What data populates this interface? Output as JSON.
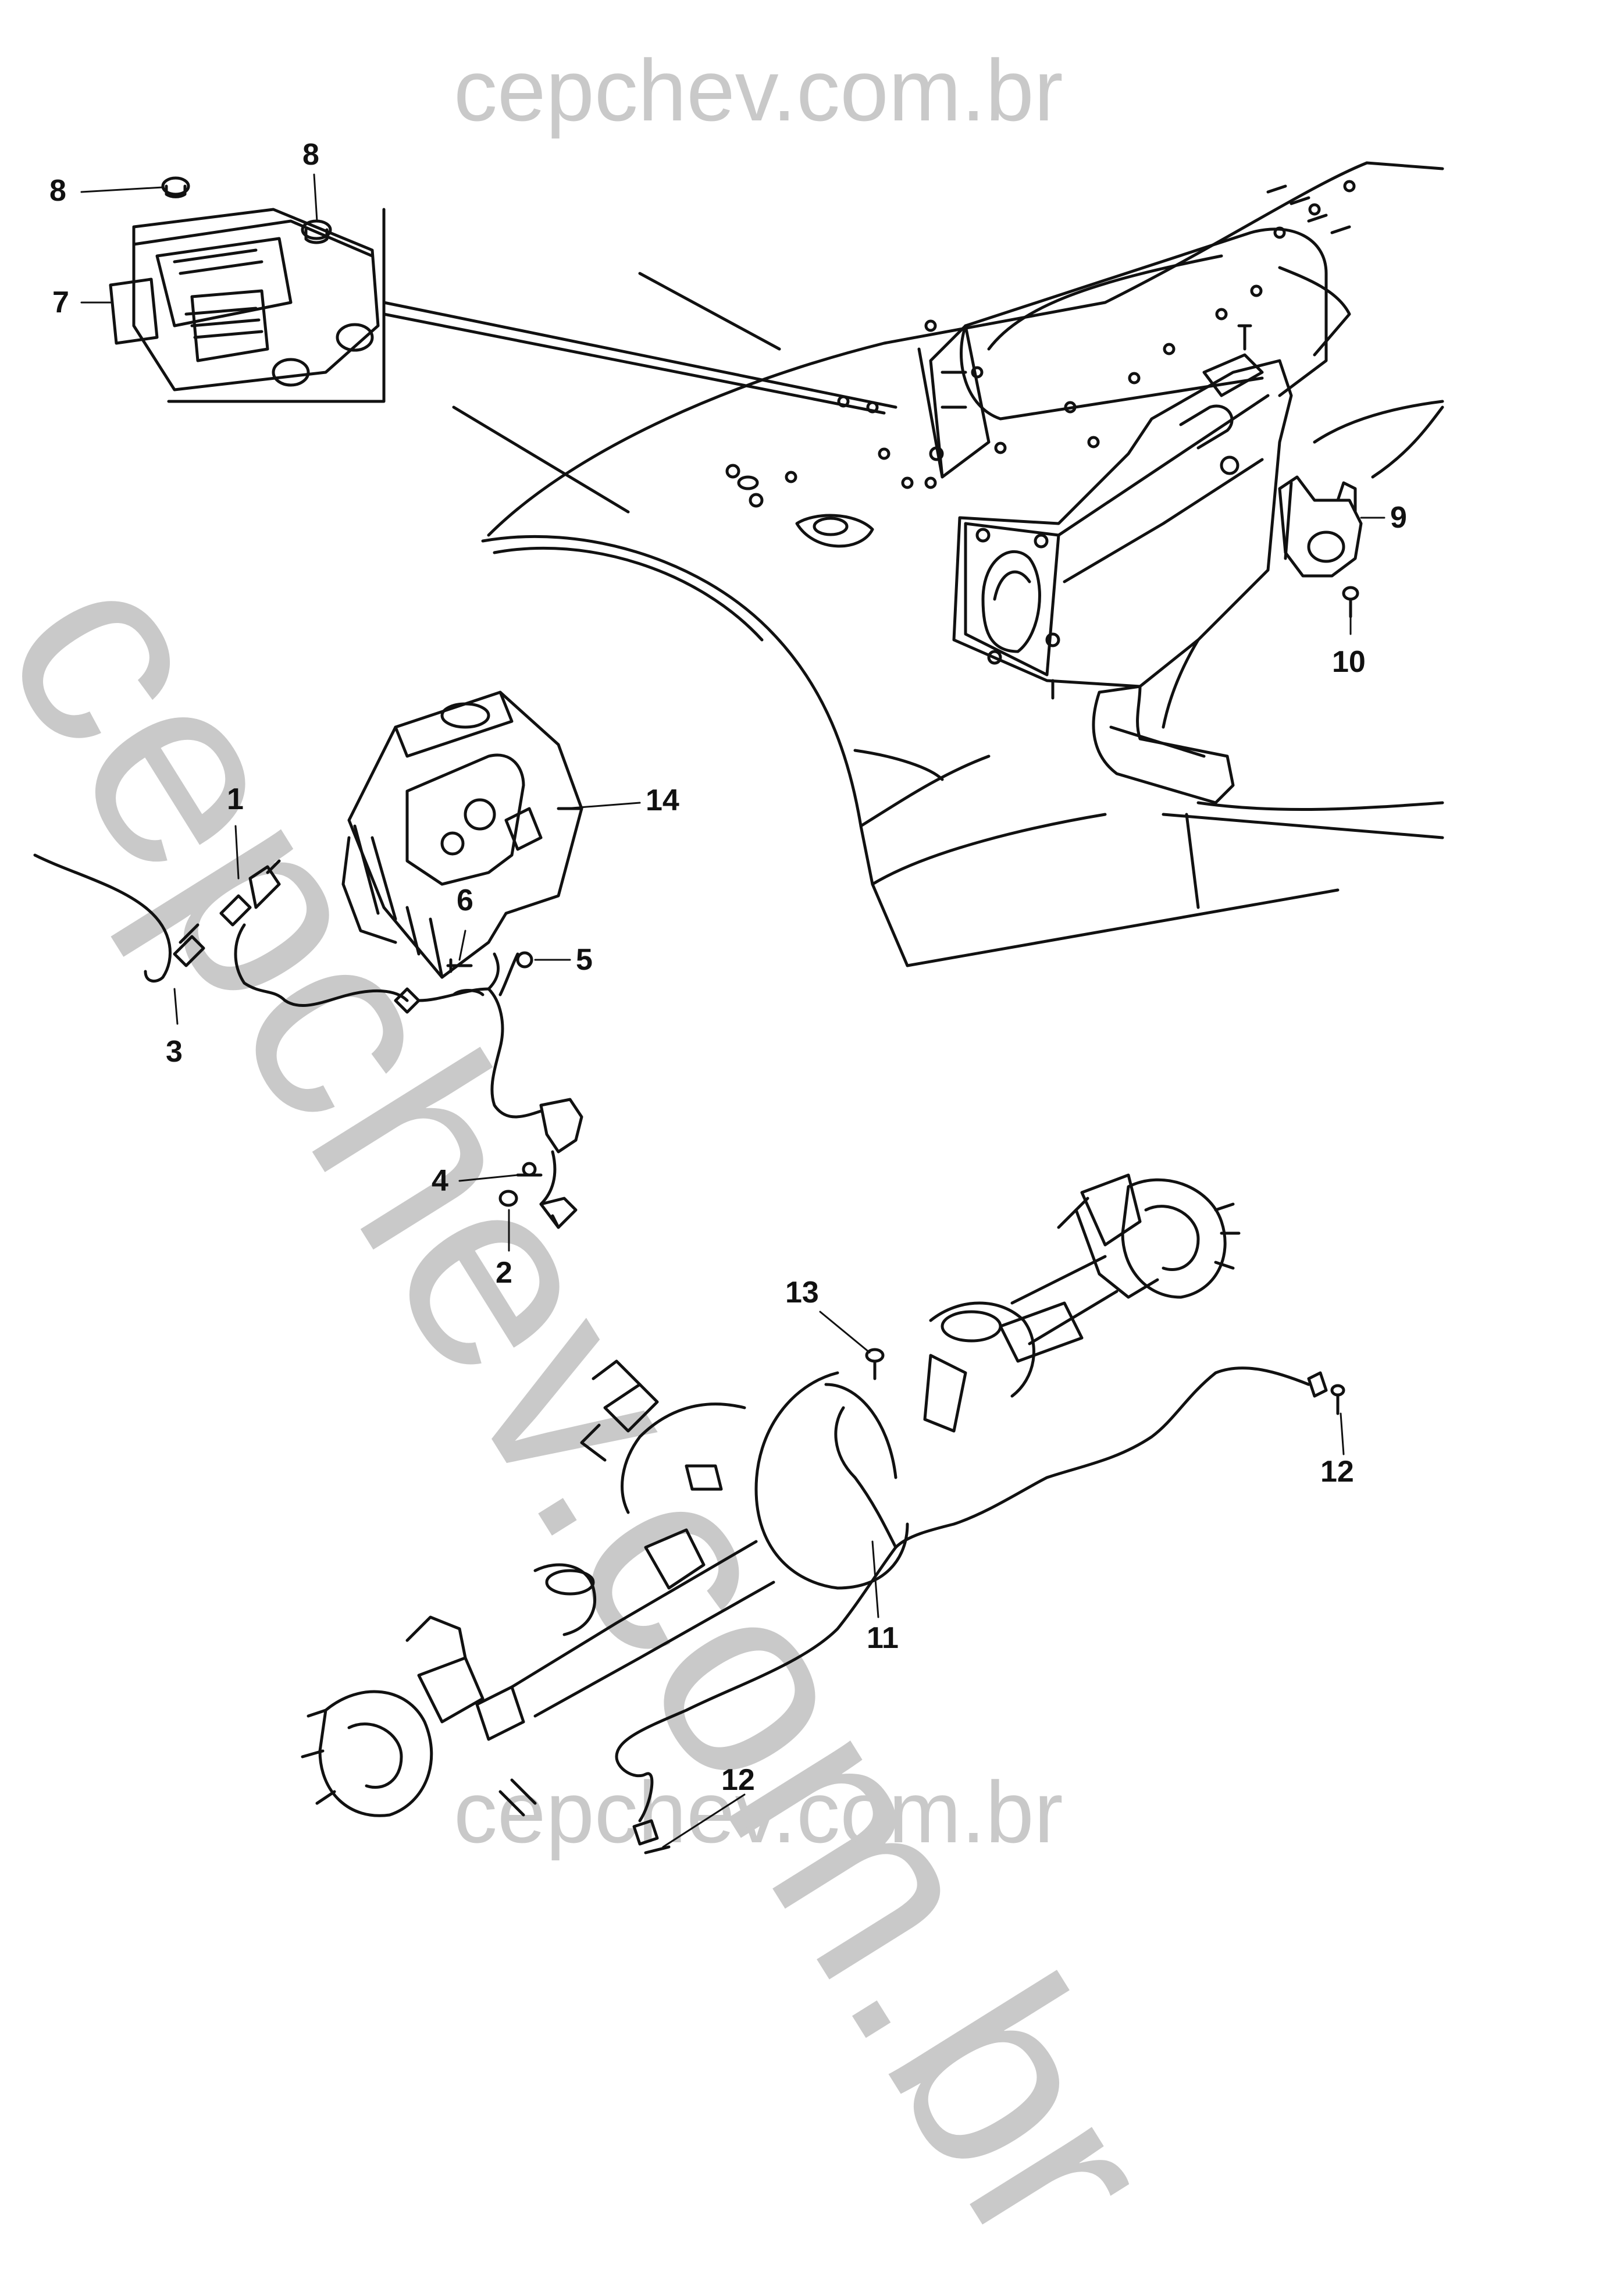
{
  "watermark": {
    "text_top": "cepchev.com.br",
    "text_diagonal": "cepchev.com.br",
    "text_bottom": "cepchev.com.br",
    "color": "#c9c9c9"
  },
  "line_color": "#111111",
  "callouts": {
    "c1": "1",
    "c2": "2",
    "c3": "3",
    "c4": "4",
    "c5": "5",
    "c6": "6",
    "c7": "7",
    "c8a": "8",
    "c8b": "8",
    "c9": "9",
    "c10": "10",
    "c11": "11",
    "c12a": "12",
    "c12b": "12",
    "c13": "13",
    "c14": "14"
  }
}
